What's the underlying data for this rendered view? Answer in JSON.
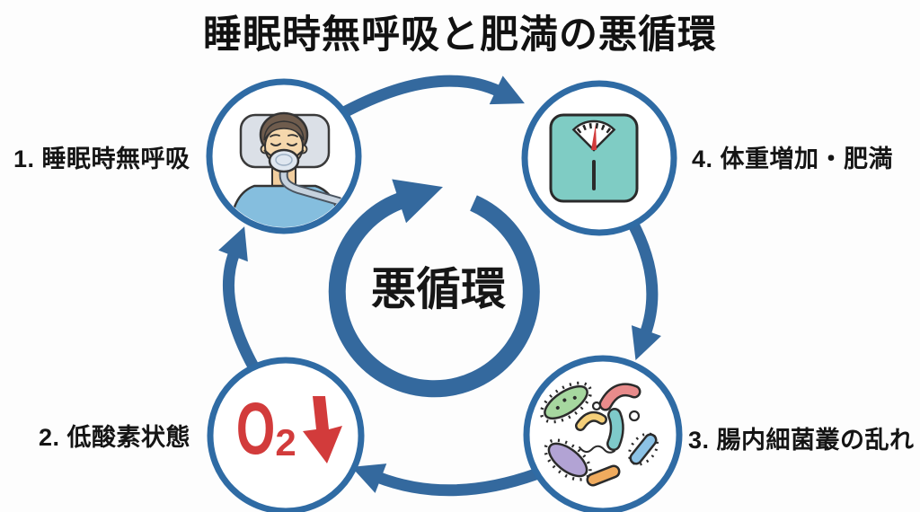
{
  "title": "睡眠時無呼吸と肥満の悪循環",
  "center": {
    "label": "悪循環"
  },
  "nodes": {
    "sleep_apnea": {
      "label": "1. 睡眠時無呼吸",
      "icon": "cpap-sleeper"
    },
    "hypoxia": {
      "label": "2. 低酸素状態",
      "icon": "o2-down",
      "icon_text": "O",
      "icon_subscript": "2"
    },
    "gut_flora": {
      "label": "3. 腸内細菌叢の乱れ",
      "icon": "gut-bacteria"
    },
    "weight_gain": {
      "label": "4. 体重増加・肥満",
      "icon": "weight-scale"
    }
  },
  "cycle": {
    "direction": "clockwise"
  },
  "colors": {
    "arrow_blue": "#34699e",
    "node_ring_blue": "#2f6ba4",
    "o2_red": "#d23b3b",
    "scale_teal": "#7fccc4",
    "title_text": "#111111",
    "background": "#fdfdfd"
  }
}
